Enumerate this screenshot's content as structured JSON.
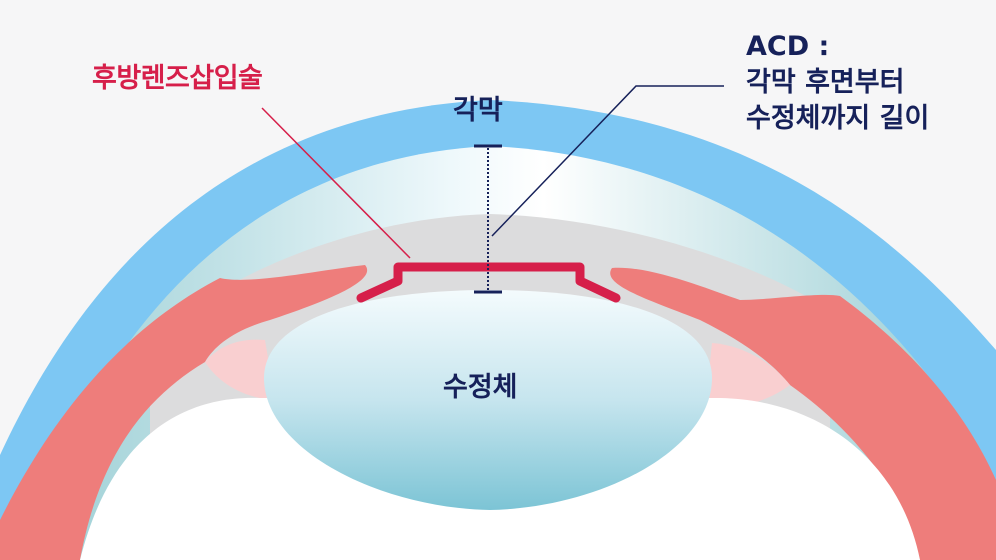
{
  "labels": {
    "procedure": "후방렌즈삽입술",
    "cornea": "각막",
    "lens": "수정체",
    "acd_title": "ACD :",
    "acd_line1": "각막 후면부터",
    "acd_line2": "수정체까지 길이"
  },
  "colors": {
    "background": "#f6f6f7",
    "cornea_outer": "#7dc7f3",
    "cornea_inner": "#d2ecef",
    "anterior_chamber": "#dcdcdd",
    "iris": "#ee7d7b",
    "ciliary": "#f9cfd0",
    "lens": "#a6d3e3",
    "implant": "#d61f4a",
    "text_dark": "#16215a",
    "text_accent": "#d61f4a"
  }
}
